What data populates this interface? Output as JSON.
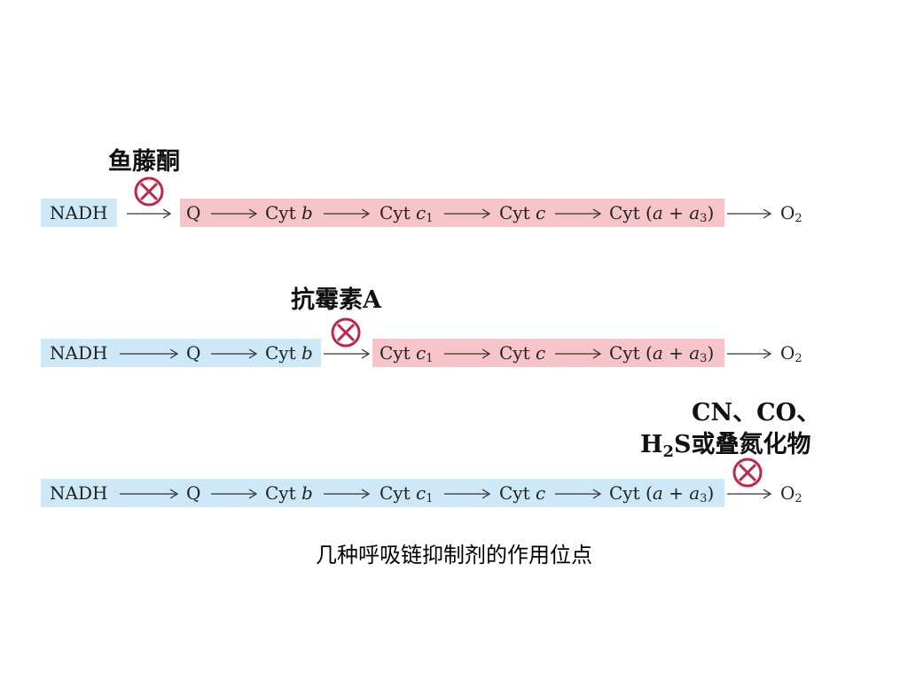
{
  "caption": "几种呼吸链抑制剂的作用位点",
  "chain": {
    "nadh": "NADH",
    "q": "Q",
    "cyt": "Cyt",
    "b": "b",
    "c": "c",
    "c1_sub": "1",
    "a_expr_open": "(",
    "a": "a",
    "plus": " + ",
    "a3": "a",
    "a3_sub": "3",
    "a_expr_close": ")",
    "o2": "O",
    "o2_sub": "2"
  },
  "inhibitors": [
    {
      "label": "鱼藤酮"
    },
    {
      "label": "抗霉素A"
    },
    {
      "label_line1": "CN、CO、",
      "label_h": "H",
      "label_h_sub": "2",
      "label_rest": "S或叠氮化物"
    }
  ],
  "colors": {
    "blue_band": "#cde9f7",
    "pink_band": "#f7c5c9",
    "inhibitor": "#c0264a"
  }
}
